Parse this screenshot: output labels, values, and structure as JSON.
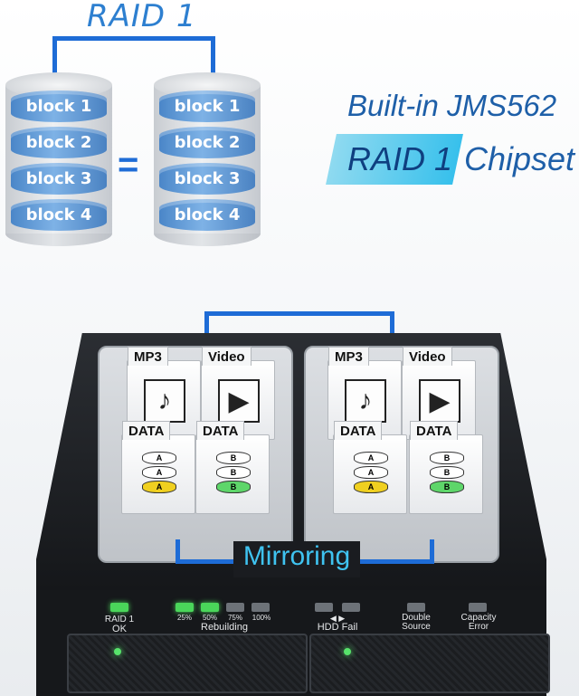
{
  "diagram": {
    "title": "RAID 1",
    "equals": "=",
    "left_blocks": [
      "block 1",
      "block 2",
      "block 3",
      "block 4"
    ],
    "right_blocks": [
      "block 1",
      "block 2",
      "block 3",
      "block 4"
    ],
    "headline_line1": "Built-in JMS562",
    "headline_badge": "RAID 1",
    "headline_suffix": "Chipset"
  },
  "enclosure": {
    "drives": [
      {
        "cards": [
          {
            "label": "MP3",
            "icon": "music-note-icon"
          },
          {
            "label": "Video",
            "icon": "video-play-icon"
          },
          {
            "label": "DATA",
            "icon": "database-icon",
            "letter": "A",
            "accent": "#f0d020"
          },
          {
            "label": "DATA",
            "icon": "database-icon",
            "letter": "B",
            "accent": "#5ed66a"
          }
        ]
      },
      {
        "cards": [
          {
            "label": "MP3",
            "icon": "music-note-icon"
          },
          {
            "label": "Video",
            "icon": "video-play-icon"
          },
          {
            "label": "DATA",
            "icon": "database-icon",
            "letter": "A",
            "accent": "#f0d020"
          },
          {
            "label": "DATA",
            "icon": "database-icon",
            "letter": "B",
            "accent": "#5ed66a"
          }
        ]
      }
    ],
    "mirror_label": "Mirroring",
    "accent_color": "#1e6cd6"
  },
  "panel": {
    "raid_line1": "RAID 1",
    "raid_line2": "OK",
    "pct": [
      "25%",
      "50%",
      "75%",
      "100%"
    ],
    "rebuilding": "Rebuilding",
    "hdd_arrows": "◀     ▶",
    "hdd_fail": "HDD Fail",
    "double_line1": "Double",
    "double_line2": "Source",
    "capacity_line1": "Capacity",
    "capacity_line2": "Error"
  }
}
